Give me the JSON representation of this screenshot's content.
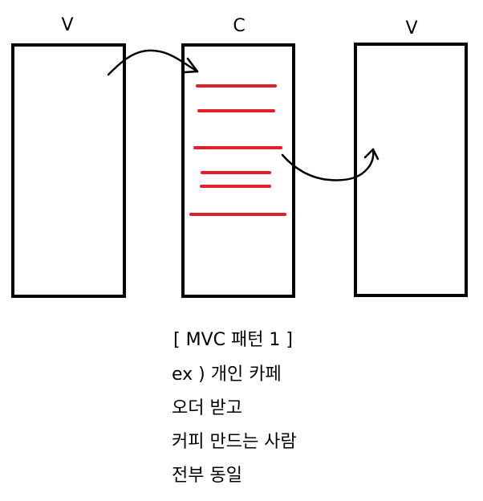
{
  "diagram": {
    "labels": {
      "left_box": "V",
      "middle_box": "C",
      "right_box": "V"
    },
    "caption": {
      "title": "[ MVC 패턴 1 ]",
      "lines": [
        "ex ) 개인 카페",
        "오더 받고",
        "커피 만드는 사람",
        "전부 동일"
      ]
    },
    "colors": {
      "box_stroke": "#000000",
      "controller_lines": "#e0202a",
      "arrow": "#000000"
    },
    "controller_line_count": 6
  }
}
